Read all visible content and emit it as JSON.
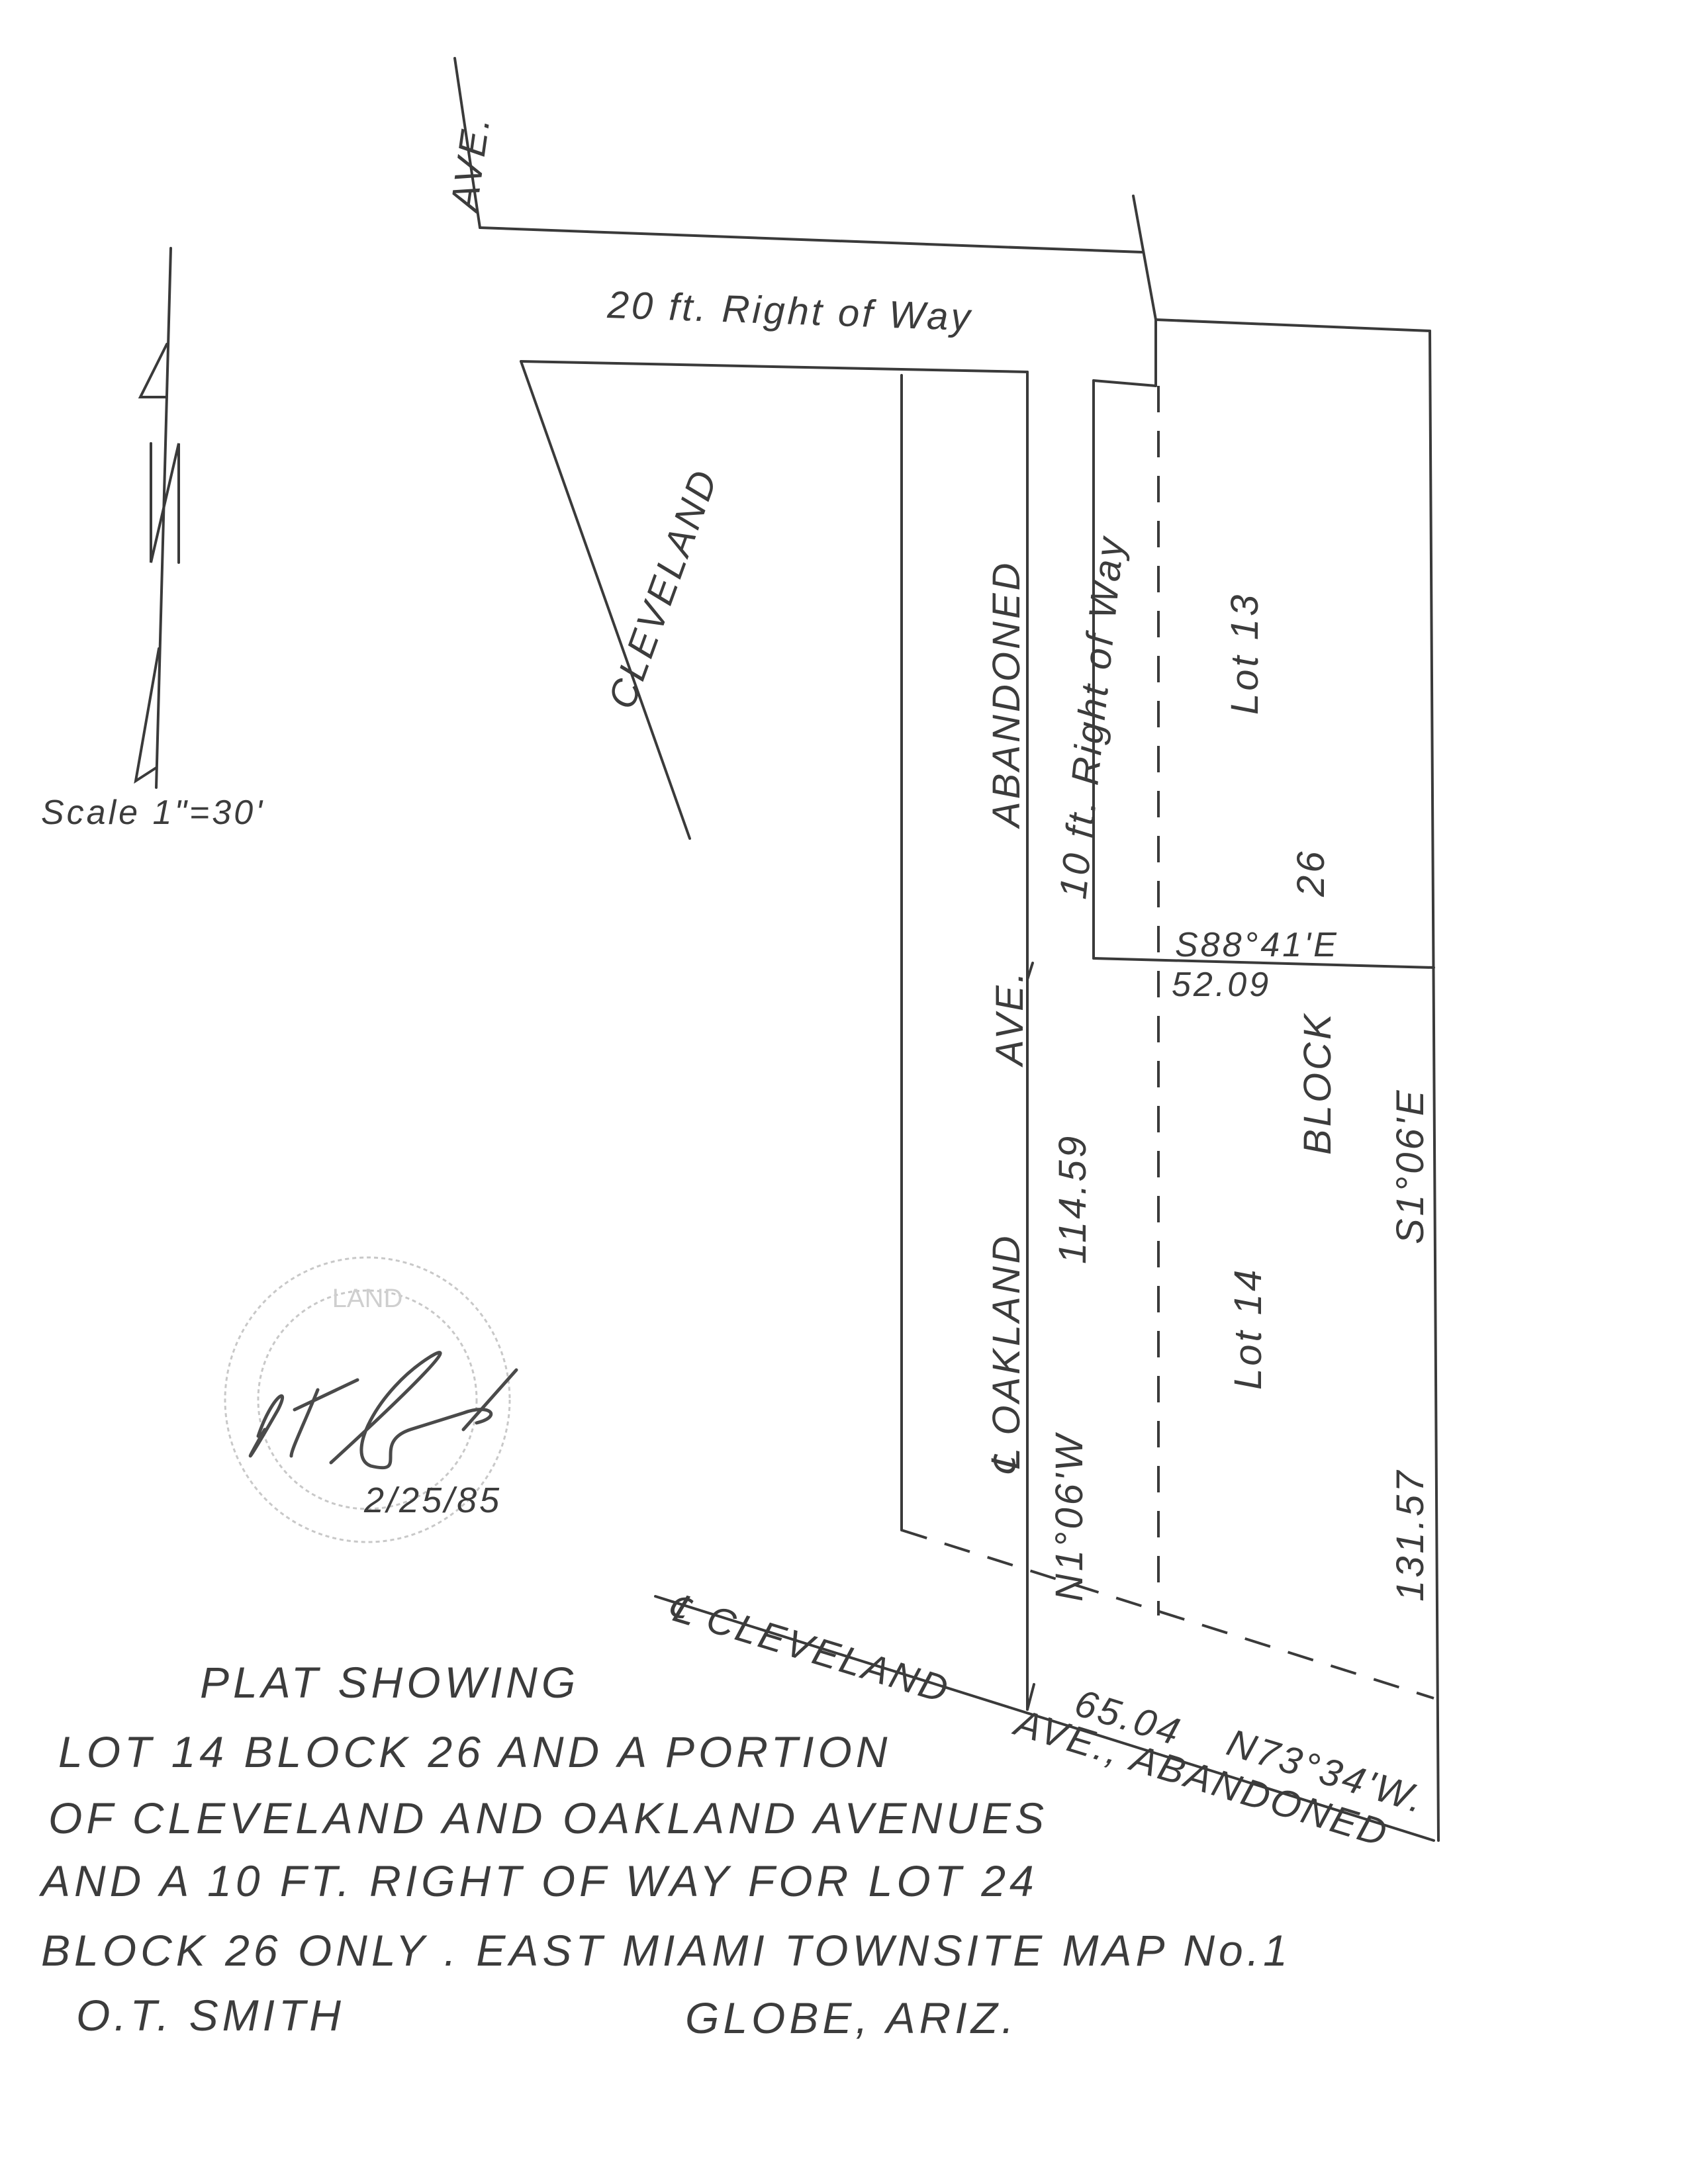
{
  "plat": {
    "north_label": "N",
    "scale": "Scale 1\"=30'",
    "streets": {
      "ave_top": "AVE.",
      "row_20": "20 ft. Right of Way",
      "cleveland": "CLEVELAND",
      "abandoned": "ABANDONED",
      "row_10": "10 ft. Right of Way",
      "oakland_ave": "AVE.",
      "oakland": "℄ OAKLAND",
      "cleveland_cl": "℄ CLEVELAND",
      "cleveland_ave_abandoned": "AVE., ABANDONED"
    },
    "lots": {
      "lot13": "Lot 13",
      "lot14": "Lot 14",
      "block_no": "26",
      "block": "BLOCK"
    },
    "bearings": {
      "north_line_bearing": "S88°41'E",
      "north_line_dist": "52.09",
      "east_bearing": "S1°06'E",
      "east_dist": "131.57",
      "west_dist": "114.59",
      "west_bearing": "N1°06'W",
      "south_dist": "65.04",
      "south_bearing": "N73°34'W."
    },
    "seal": {
      "signature": "O.T. Smith",
      "date": "2/25/85",
      "seal_text": "LAND"
    },
    "title": {
      "lines": [
        "PLAT SHOWING",
        "LOT 14 BLOCK 26 AND A PORTION",
        "OF CLEVELAND AND OAKLAND AVENUES",
        "AND A 10 FT. RIGHT OF WAY FOR LOT 24",
        "BLOCK 26 ONLY . EAST MIAMI TOWNSITE MAP No.1",
        "O.T. SMITH"
      ],
      "location": "GLOBE, ARIZ."
    }
  }
}
